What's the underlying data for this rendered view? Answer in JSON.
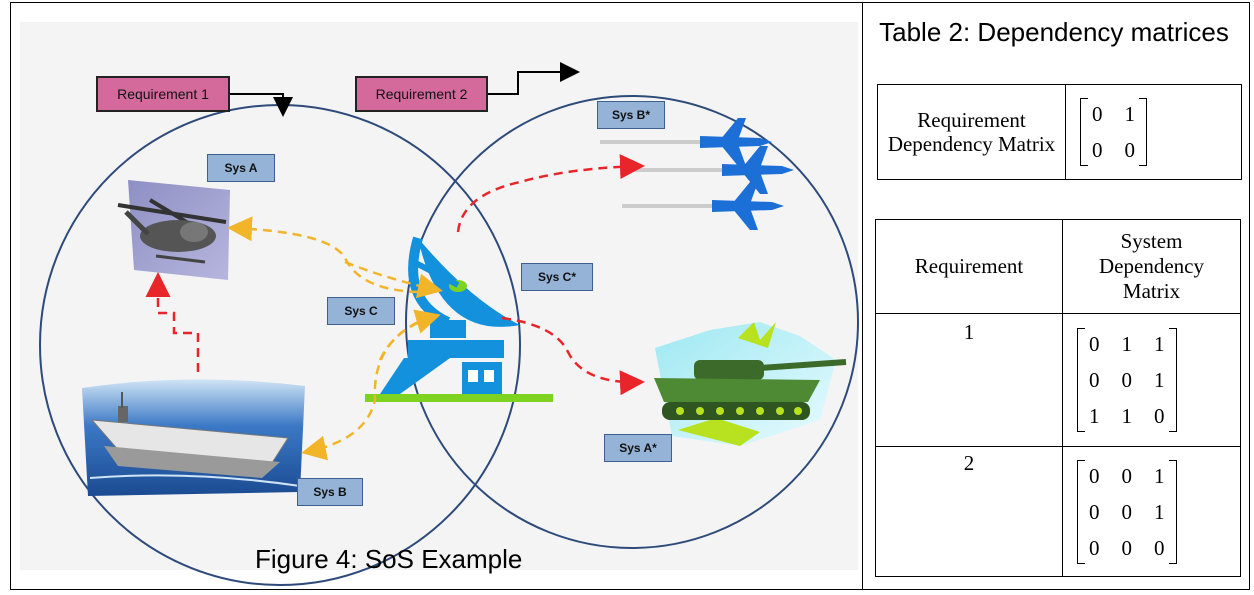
{
  "figure": {
    "caption": "Figure 4: SoS Example",
    "requirements": [
      "Requirement 1",
      "Requirement 2"
    ],
    "systems": {
      "sys_a": "Sys A",
      "sys_b": "Sys B",
      "sys_c": "Sys C",
      "sys_a_star": "Sys A*",
      "sys_b_star": "Sys B*",
      "sys_c_star": "Sys C*"
    },
    "colors": {
      "requirement_fill": "#d4699b",
      "system_label_fill": "#95b3d7",
      "circle_stroke": "#2e4a7a",
      "requirement_1_arrows": "#f2b52a",
      "requirement_2_arrows": "#e8262a"
    },
    "icons": [
      "helicopter-icon",
      "aircraft-carrier-icon",
      "satellite-dish-icon",
      "fighter-jets-icon",
      "tank-icon"
    ]
  },
  "table": {
    "title": "Table 2: Dependency matrices",
    "requirement_dependency": {
      "label": "Requirement Dependency Matrix",
      "matrix": [
        [
          "0",
          "1"
        ],
        [
          "0",
          "0"
        ]
      ]
    },
    "system_dependency": {
      "header_left": "Requirement",
      "header_right": "System Dependency Matrix",
      "rows": [
        {
          "requirement": "1",
          "matrix": [
            [
              "0",
              "1",
              "1"
            ],
            [
              "0",
              "0",
              "1"
            ],
            [
              "1",
              "1",
              "0"
            ]
          ]
        },
        {
          "requirement": "2",
          "matrix": [
            [
              "0",
              "0",
              "1"
            ],
            [
              "0",
              "0",
              "1"
            ],
            [
              "0",
              "0",
              "0"
            ]
          ]
        }
      ]
    }
  }
}
